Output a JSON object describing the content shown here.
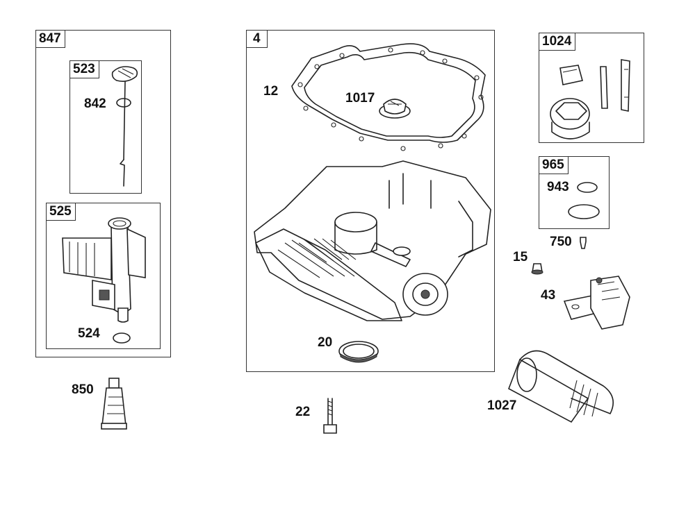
{
  "kits": [
    {
      "id": "kit-847",
      "number": "847"
    },
    {
      "id": "kit-523",
      "number": "523"
    },
    {
      "id": "kit-525",
      "number": "525"
    },
    {
      "id": "kit-4",
      "number": "4"
    },
    {
      "id": "kit-1024",
      "number": "1024"
    },
    {
      "id": "kit-965",
      "number": "965"
    }
  ],
  "callouts": {
    "p842": "842",
    "p524": "524",
    "p850": "850",
    "p12": "12",
    "p1017": "1017",
    "p20": "20",
    "p22": "22",
    "p943": "943",
    "p750": "750",
    "p15": "15",
    "p43": "43",
    "p1027": "1027"
  }
}
